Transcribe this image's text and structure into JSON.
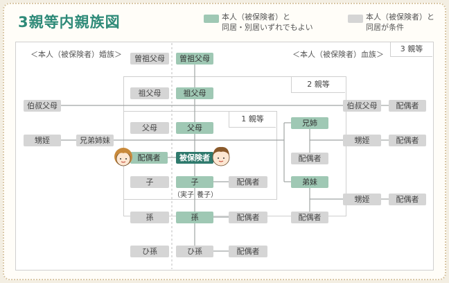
{
  "title": "3親等内親族図",
  "legend": {
    "green_line1": "本人（被保険者）と",
    "green_line2": "同居・別居いずれでもよい",
    "gray_line1": "本人（被保険者）と",
    "gray_line2": "同居が条件"
  },
  "colors": {
    "green": "#9fc8b4",
    "gray": "#d5d5d5",
    "dark": "#2f7a6d",
    "title": "#2e8a78"
  },
  "labels": {
    "spouse_side": "＜本人（被保険者）婚族＞",
    "blood_side": "＜本人（被保険者）血族＞",
    "degree3": "3 親等",
    "degree2": "2 親等",
    "degree1": "1 親等"
  },
  "nodes": {
    "ggp_left": "曽祖父母",
    "ggp_right": "曽祖父母",
    "gp_left": "祖父母",
    "gp_right": "祖父母",
    "uncle_left": "伯叔父母",
    "uncle_right": "伯叔父母",
    "uncle_right_spouse": "配偶者",
    "parent_left": "父母",
    "parent_right": "父母",
    "nephew_left": "甥姪",
    "sibling_left": "兄弟姉妹",
    "spouse": "配偶者",
    "insured": "被保険者",
    "elder_sib": "兄姉",
    "elder_sib_spouse": "配偶者",
    "nephew_r1": "甥姪",
    "nephew_r1_spouse": "配偶者",
    "younger_sib": "弟妹",
    "younger_sib_spouse": "配偶者",
    "nephew_r2": "甥姪",
    "nephew_r2_spouse": "配偶者",
    "child_left": "子",
    "child_right": "子",
    "child_spouse": "配偶者",
    "child_note_real": "（実子",
    "child_note_adopted": "養子）",
    "grandchild_left": "孫",
    "grandchild_right": "孫",
    "grandchild_spouse": "配偶者",
    "ggc_left": "ひ孫",
    "ggc_right": "ひ孫",
    "ggc_spouse": "配偶者"
  }
}
